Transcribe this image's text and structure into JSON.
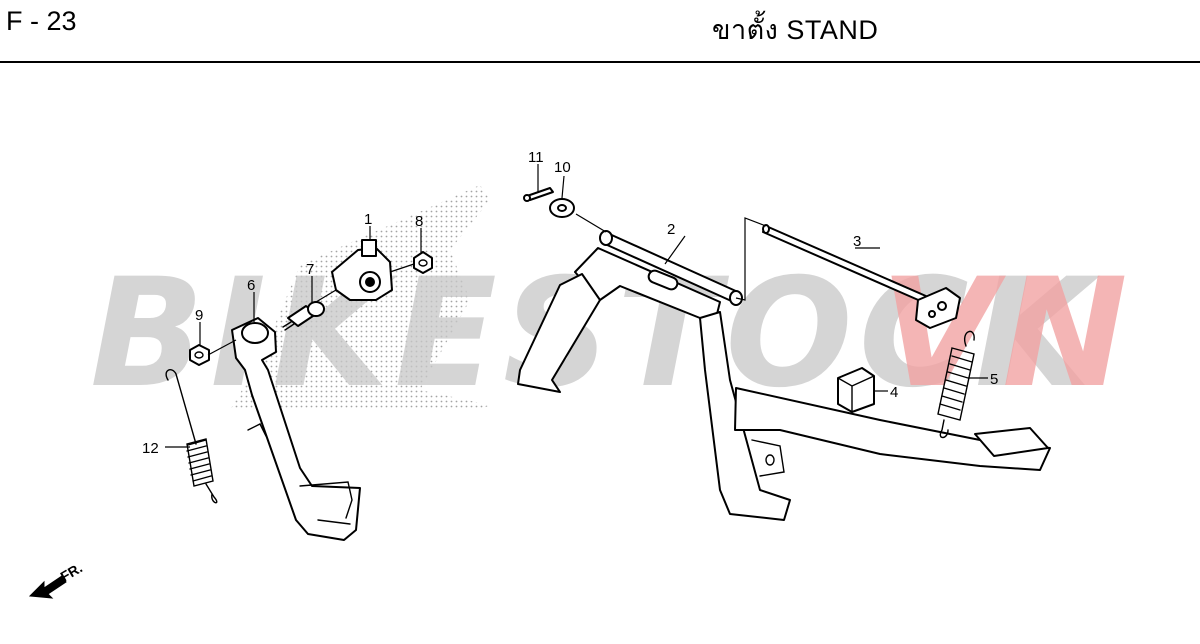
{
  "header": {
    "page_code": "F - 23",
    "title": "ขาตั้ง  STAND"
  },
  "watermark": {
    "text_grey": "BIKESTOCK",
    "text_red": "VN",
    "grey_color": "#c8c8c8",
    "red_color": "#f2a3a3"
  },
  "callouts": [
    "1",
    "2",
    "3",
    "4",
    "5",
    "6",
    "7",
    "8",
    "9",
    "10",
    "11",
    "12"
  ],
  "direction": {
    "label": "FR."
  }
}
